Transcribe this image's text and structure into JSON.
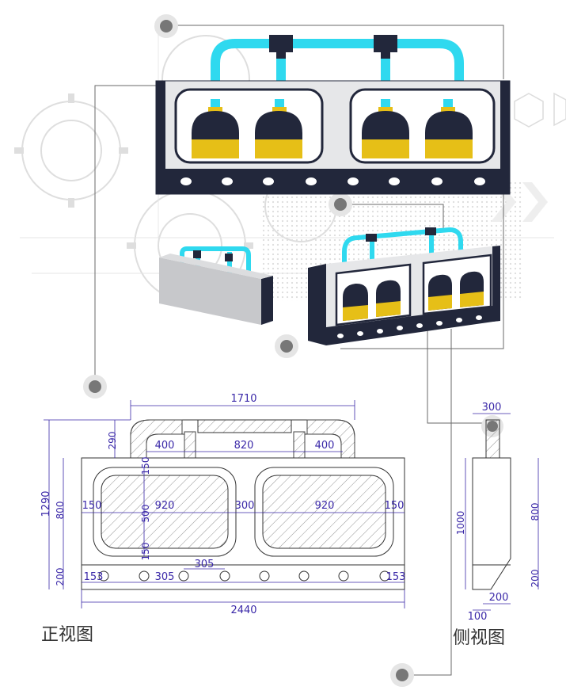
{
  "colors": {
    "cyan": "#2fd9ef",
    "navy": "#22273b",
    "gold": "#e6bf17",
    "panel": "#e6e7e9",
    "dim": "#3a28a8",
    "connector": "#555555",
    "gear": "#dddddd"
  },
  "front_view": {
    "caption": "正视图",
    "dims": {
      "top_width": "1710",
      "pipe_height": "290",
      "pipe_left": "400",
      "pipe_mid": "820",
      "pipe_right": "400",
      "total_height": "1290",
      "body_height": "800",
      "base_height": "200",
      "margin_left": "150",
      "window_left": "920",
      "window_gap": "300",
      "window_right": "920",
      "margin_right": "150",
      "win_top": "150",
      "win_height": "500",
      "win_bottom": "150",
      "hole_left": "153",
      "hole_pitch_a": "305",
      "hole_pitch_b": "305",
      "hole_right": "153",
      "total_width": "2440"
    }
  },
  "side_view": {
    "caption": "侧视图",
    "dims": {
      "top": "300",
      "total_height": "1000",
      "body": "800",
      "base": "200",
      "bottom": "200",
      "offset": "100"
    }
  }
}
